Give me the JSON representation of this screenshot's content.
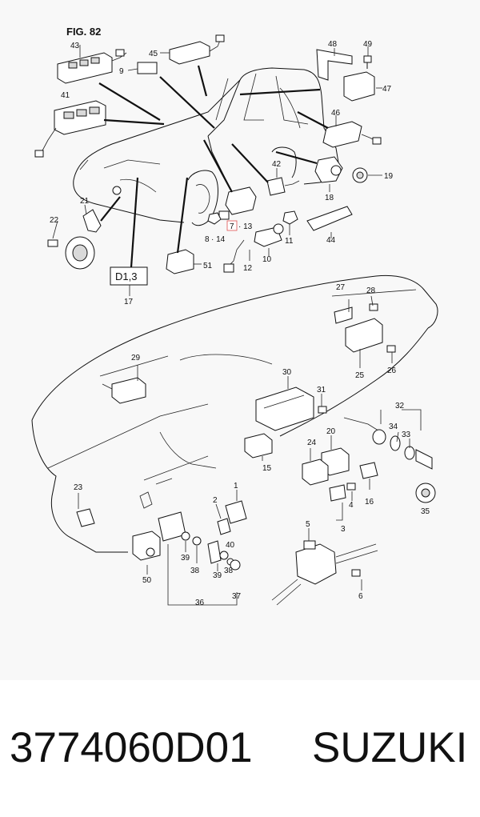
{
  "figure": {
    "title": "FIG. 82"
  },
  "hazard_label": "D1,3",
  "callouts": [
    {
      "id": "c43",
      "text": "43"
    },
    {
      "id": "c45",
      "text": "45"
    },
    {
      "id": "c9",
      "text": "9"
    },
    {
      "id": "c48",
      "text": "48"
    },
    {
      "id": "c49",
      "text": "49"
    },
    {
      "id": "c47",
      "text": "47"
    },
    {
      "id": "c41",
      "text": "41"
    },
    {
      "id": "c46",
      "text": "46"
    },
    {
      "id": "c42",
      "text": "42"
    },
    {
      "id": "c18",
      "text": "18"
    },
    {
      "id": "c19",
      "text": "19"
    },
    {
      "id": "c21",
      "text": "21"
    },
    {
      "id": "c22",
      "text": "22"
    },
    {
      "id": "c7",
      "text": "7"
    },
    {
      "id": "c13",
      "text": "· 13"
    },
    {
      "id": "c8",
      "text": "8"
    },
    {
      "id": "c14",
      "text": "· 14"
    },
    {
      "id": "c11",
      "text": "11"
    },
    {
      "id": "c44",
      "text": "44"
    },
    {
      "id": "c10",
      "text": "10"
    },
    {
      "id": "c12",
      "text": "12"
    },
    {
      "id": "c51",
      "text": "51"
    },
    {
      "id": "c17",
      "text": "17"
    },
    {
      "id": "c27",
      "text": "27"
    },
    {
      "id": "c28",
      "text": "28"
    },
    {
      "id": "c29",
      "text": "29"
    },
    {
      "id": "c25",
      "text": "25"
    },
    {
      "id": "c26",
      "text": "26"
    },
    {
      "id": "c30",
      "text": "30"
    },
    {
      "id": "c31",
      "text": "31"
    },
    {
      "id": "c32",
      "text": "32"
    },
    {
      "id": "c34",
      "text": "34"
    },
    {
      "id": "c33",
      "text": "33"
    },
    {
      "id": "c24",
      "text": "24"
    },
    {
      "id": "c20",
      "text": "20"
    },
    {
      "id": "c15",
      "text": "15"
    },
    {
      "id": "c16",
      "text": "16"
    },
    {
      "id": "c35",
      "text": "35"
    },
    {
      "id": "c23",
      "text": "23"
    },
    {
      "id": "c1",
      "text": "1"
    },
    {
      "id": "c2",
      "text": "2"
    },
    {
      "id": "c40",
      "text": "40"
    },
    {
      "id": "c4",
      "text": "4"
    },
    {
      "id": "c3",
      "text": "3"
    },
    {
      "id": "c5",
      "text": "5"
    },
    {
      "id": "c39a",
      "text": "39"
    },
    {
      "id": "c38a",
      "text": "38"
    },
    {
      "id": "c39b",
      "text": "39"
    },
    {
      "id": "c38b",
      "text": "38"
    },
    {
      "id": "c37",
      "text": "37"
    },
    {
      "id": "c36",
      "text": "36"
    },
    {
      "id": "c50",
      "text": "50"
    },
    {
      "id": "c6",
      "text": "6"
    }
  ],
  "footer": {
    "part_number": "3774060D01",
    "brand": "SUZUKI"
  }
}
